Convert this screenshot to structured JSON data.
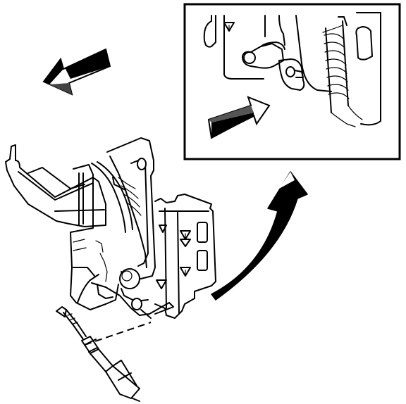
{
  "diagram": {
    "callout_arrow_direction": "up-right",
    "main_arrow_direction": "up-left",
    "inset_arrow_direction": "right",
    "colors": {
      "ink": "#000000",
      "paper": "#ffffff",
      "arrow_shade": "#555555"
    }
  }
}
